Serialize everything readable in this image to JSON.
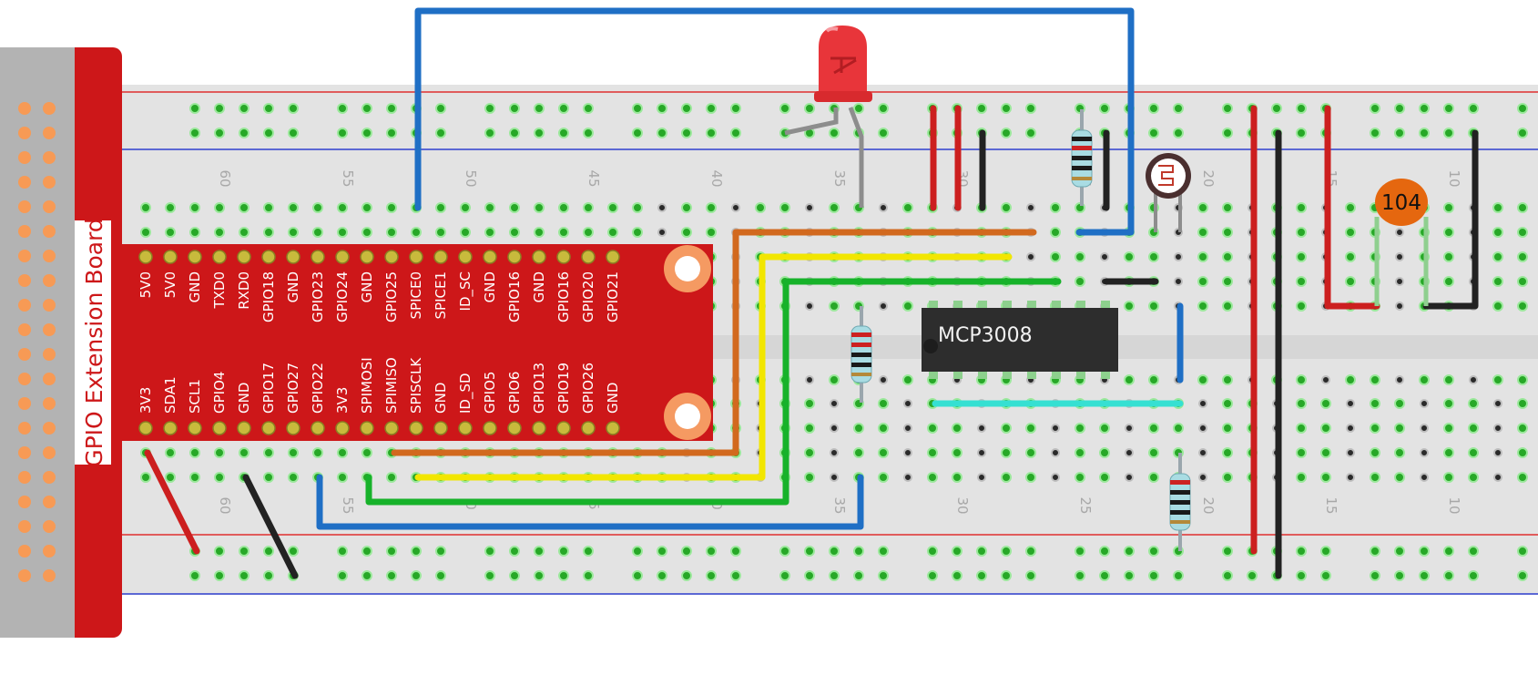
{
  "extension_board": {
    "title": "GPIO Extension Board",
    "top_pins": [
      "5V0",
      "5V0",
      "GND",
      "TXD0",
      "RXD0",
      "GPIO18",
      "GND",
      "GPIO23",
      "GPIO24",
      "GND",
      "GPIO25",
      "SPICE0",
      "SPICE1",
      "ID_SC",
      "GND",
      "GPIO16",
      "GND",
      "GPIO16",
      "GPIO20",
      "GPIO21"
    ],
    "bottom_pins": [
      "3V3",
      "SDA1",
      "SCL1",
      "GPIO4",
      "GND",
      "GPIO17",
      "GPIO27",
      "GPIO22",
      "3V3",
      "SPIMOSI",
      "SPIMISO",
      "SPISCLK",
      "GND",
      "ID_SD",
      "GPIO5",
      "GPIO6",
      "GPIO13",
      "GPIO19",
      "GPIO26",
      "GND"
    ]
  },
  "breadboard": {
    "column_numbers_top": [
      "60",
      "55",
      "50",
      "45",
      "40",
      "35",
      "30",
      "25",
      "20",
      "15",
      "10"
    ],
    "column_numbers_bottom": [
      "60",
      "55",
      "0",
      "5",
      "0",
      "35",
      "30",
      "25",
      "20",
      "15",
      "10"
    ]
  },
  "ic": {
    "label": "MCP3008"
  },
  "capacitor": {
    "label": "104"
  },
  "colors": {
    "board_red": "#cd1719",
    "wire_blue": "#1f6fc5",
    "wire_red": "#cc1f1f",
    "wire_black": "#222222",
    "wire_orange": "#d2691e",
    "wire_yellow": "#f2e600",
    "wire_green": "#17b22a",
    "wire_cyan": "#35e0d2"
  }
}
